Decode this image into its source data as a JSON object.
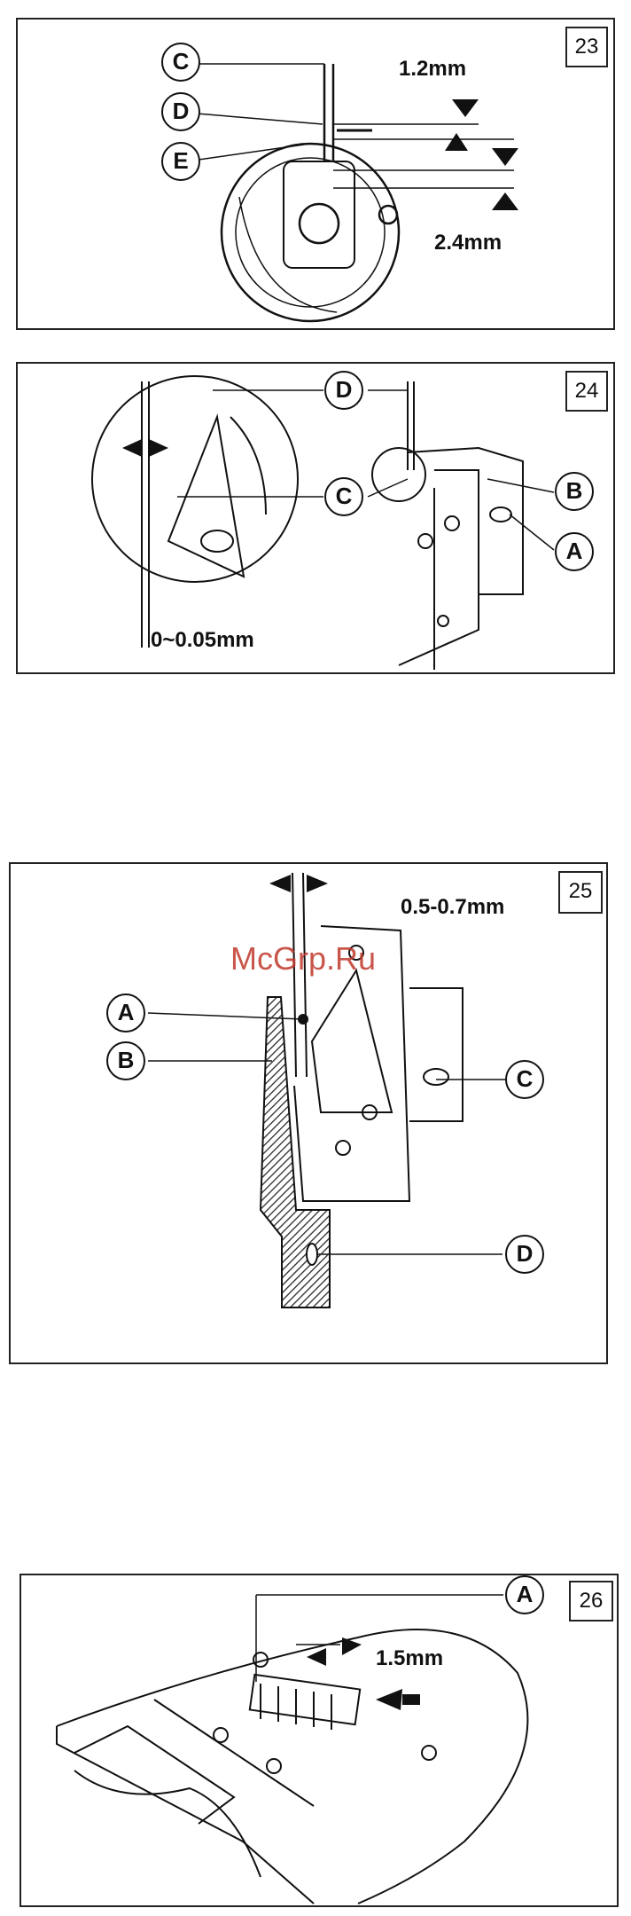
{
  "watermark": "McGrp.Ru",
  "figures": [
    {
      "number": "23",
      "dims": [
        "1.2mm",
        "2.4mm"
      ],
      "callouts": [
        "C",
        "D",
        "E"
      ]
    },
    {
      "number": "24",
      "dims": [
        "0~0.05mm"
      ],
      "callouts": [
        "D",
        "C",
        "B",
        "A"
      ]
    },
    {
      "number": "25",
      "dims": [
        "0.5-0.7mm"
      ],
      "callouts": [
        "A",
        "B",
        "C",
        "D"
      ]
    },
    {
      "number": "26",
      "dims": [
        "1.5mm"
      ],
      "callouts": [
        "A"
      ]
    }
  ]
}
